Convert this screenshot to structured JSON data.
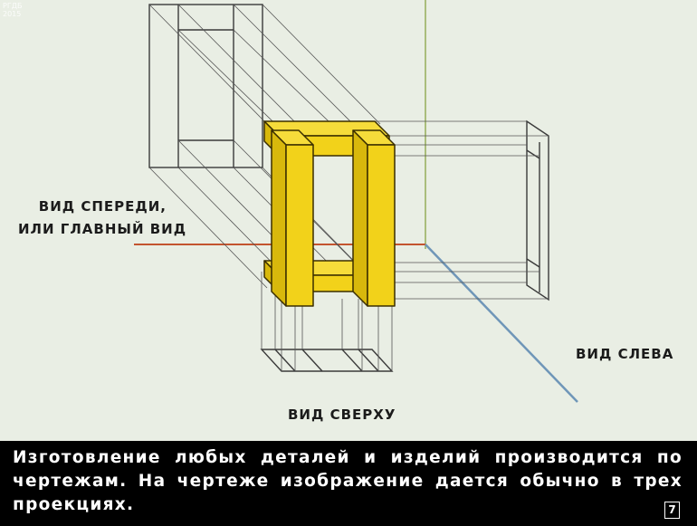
{
  "watermark": {
    "line1": "РГДБ",
    "line2": "2015"
  },
  "labels": {
    "front_line1": "ВИД СПЕРЕДИ,",
    "front_line2": "ИЛИ ГЛАВНЫЙ ВИД",
    "left": "ВИД СЛЕВА",
    "top": "ВИД СВЕРХУ"
  },
  "caption": {
    "text": "Изготовление любых деталей и изделий производится по чертежам. На чертеже изображение дается обычно в трех проекциях.",
    "page_number": "7"
  },
  "colors": {
    "background": "#e9eee4",
    "model_yellow": "#f2d21a",
    "axis_green": "#aabd7c",
    "axis_red": "#c3542f",
    "axis_blue": "#6f96b8",
    "projection_line": "#4b4b4b",
    "caption_bar": "#000000"
  }
}
